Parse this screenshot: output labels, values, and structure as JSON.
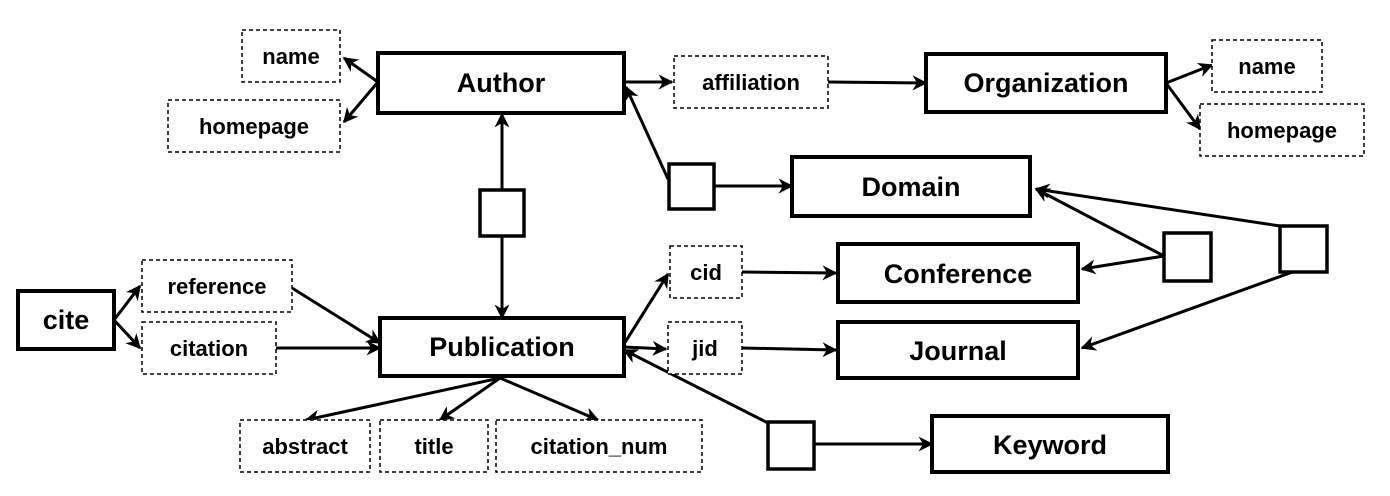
{
  "entities": {
    "author": "Author",
    "organization": "Organization",
    "domain": "Domain",
    "conference": "Conference",
    "journal": "Journal",
    "publication": "Publication",
    "keyword": "Keyword",
    "cite": "cite"
  },
  "attributes": {
    "author_name": "name",
    "author_homepage": "homepage",
    "affiliation": "affiliation",
    "org_name": "name",
    "org_homepage": "homepage",
    "reference": "reference",
    "citation": "citation",
    "cid": "cid",
    "jid": "jid",
    "abstract": "abstract",
    "title": "title",
    "citation_num": "citation_num"
  },
  "colors": {
    "stroke": "#000000",
    "background": "#ffffff"
  }
}
